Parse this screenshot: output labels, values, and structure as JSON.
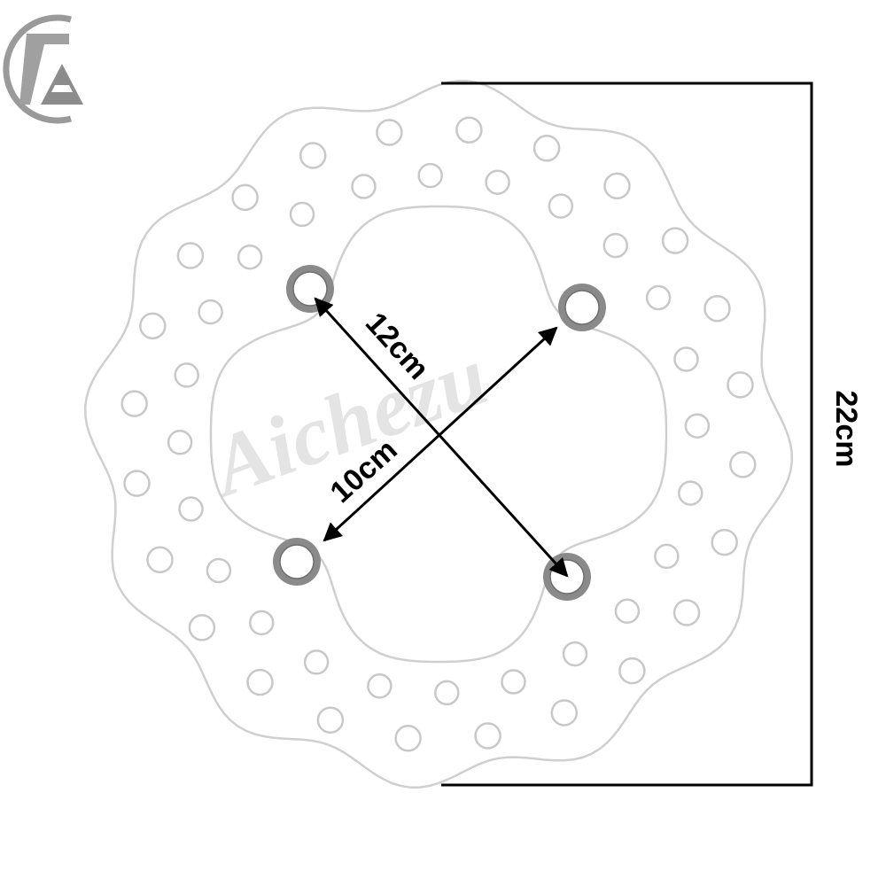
{
  "logo": {
    "name": "za-logo-icon",
    "text": "ZA",
    "color": "#9a9a9a"
  },
  "watermark": {
    "text": "Aichezu"
  },
  "measurements": {
    "diagonal": "12cm",
    "bolt_spacing": "10cm",
    "outer_diameter": "22cm"
  },
  "colors": {
    "disc_outline": "#cfcfcf",
    "line": "#000000",
    "bolt_ring": "#8a8a8a"
  }
}
